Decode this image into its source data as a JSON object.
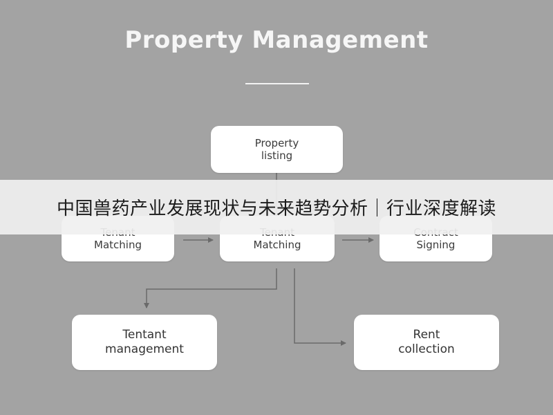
{
  "diagram": {
    "title": "Property Management",
    "nodes": {
      "property_listing": "Property\nlisting",
      "tenant_matching_left": "Tenant\nMatching",
      "tenant_matching_center": "Tenant\nMatching",
      "contract_signing": "Contract\nSigning",
      "tenant_management": "Tentant\nmanagement",
      "rent_collection": "Rent\ncollection"
    }
  },
  "banner": {
    "text": "中国兽药产业发展现状与未来趋势分析｜行业深度解读"
  }
}
